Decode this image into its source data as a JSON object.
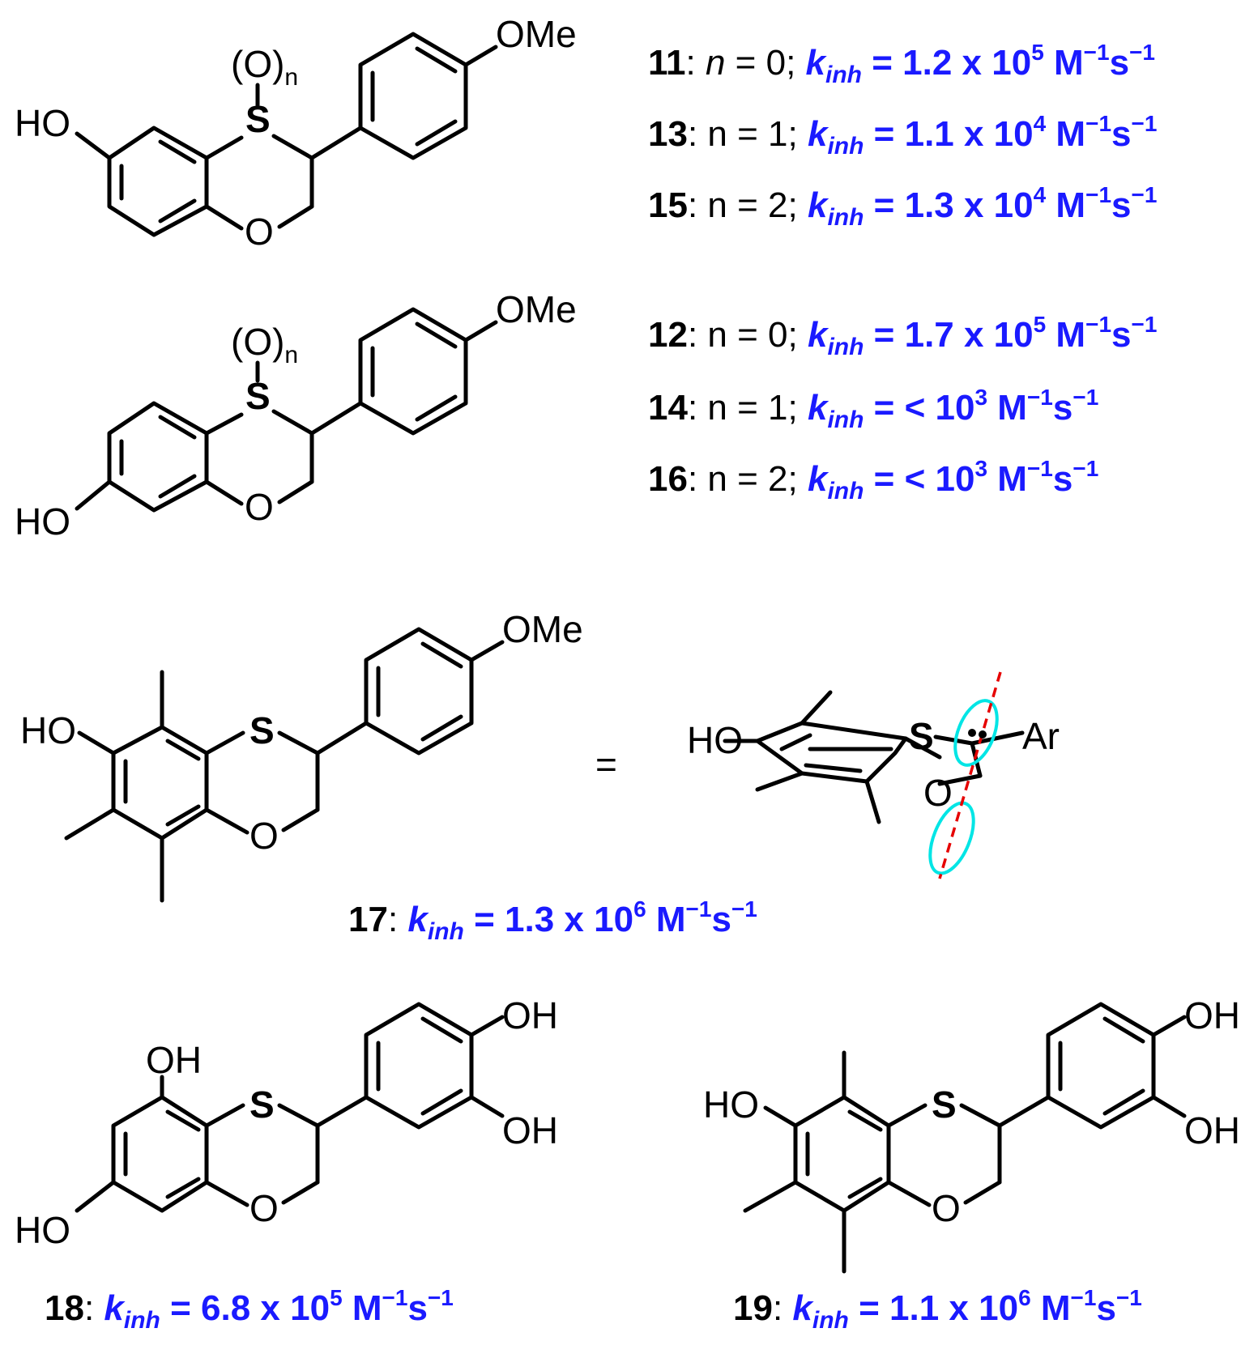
{
  "atoms": {
    "HO": "HO",
    "OH": "OH",
    "S": "S",
    "O": "O",
    "OMe": "OMe",
    "On": "(O)",
    "n": "n",
    "Ar": "Ar"
  },
  "equals": "=",
  "compounds": [
    {
      "num": "11",
      "cond_var": "n",
      "cond_rest": " = 0; ",
      "k": "k",
      "inh": "inh",
      "val": " = 1.2 x 10",
      "exp": "5",
      "unit": " M",
      "u1": "−1",
      "s": "s",
      "u2": "−1"
    },
    {
      "num": "13",
      "cond_var": "n",
      "cond_rest": " = 1; ",
      "k": "k",
      "inh": "inh",
      "val": " = 1.1 x 10",
      "exp": "4",
      "unit": " M",
      "u1": "−1",
      "s": "s",
      "u2": "−1"
    },
    {
      "num": "15",
      "cond_var": "n",
      "cond_rest": " = 2; ",
      "k": "k",
      "inh": "inh",
      "val": " = 1.3 x 10",
      "exp": "4",
      "unit": " M",
      "u1": "−1",
      "s": "s",
      "u2": "−1"
    },
    {
      "num": "12",
      "cond_var": "n",
      "cond_rest": " = 0; ",
      "k": "k",
      "inh": "inh",
      "val": " = 1.7 x 10",
      "exp": "5",
      "unit": " M",
      "u1": "−1",
      "s": "s",
      "u2": "−1"
    },
    {
      "num": "14",
      "cond_var": "n",
      "cond_rest": " = 1; ",
      "k": "k",
      "inh": "inh",
      "val": " = < 10",
      "exp": "3",
      "unit": " M",
      "u1": "−1",
      "s": "s",
      "u2": "−1"
    },
    {
      "num": "16",
      "cond_var": "n",
      "cond_rest": " = 2; ",
      "k": "k",
      "inh": "inh",
      "val": " = < 10",
      "exp": "3",
      "unit": " M",
      "u1": "−1",
      "s": "s",
      "u2": "−1"
    },
    {
      "num": "17",
      "k": "k",
      "inh": "inh",
      "val": " = 1.3 x 10",
      "exp": "6",
      "unit": " M",
      "u1": "−1",
      "s": "s",
      "u2": "−1"
    },
    {
      "num": "18",
      "k": "k",
      "inh": "inh",
      "val": " = 6.8 x 10",
      "exp": "5",
      "unit": " M",
      "u1": "−1",
      "s": "s",
      "u2": "−1"
    },
    {
      "num": "19",
      "k": "k",
      "inh": "inh",
      "val": " = 1.1 x 10",
      "exp": "6",
      "unit": " M",
      "u1": "−1",
      "s": "s",
      "u2": "−1"
    }
  ],
  "colors": {
    "blue": "#1a1aff",
    "orbital": "#00e5e5",
    "axis": "#e60000"
  }
}
